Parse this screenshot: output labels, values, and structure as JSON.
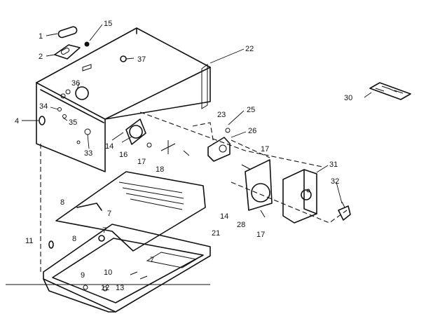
{
  "diagram": {
    "callouts": {
      "c1": "1",
      "c2": "2",
      "c4": "4",
      "c7a": "7",
      "c7b": "7",
      "c7c": "7",
      "c8a": "8",
      "c8b": "8",
      "c9": "9",
      "c10": "10",
      "c11": "11",
      "c12": "12",
      "c13": "13",
      "c14a": "14",
      "c14b": "14",
      "c15": "15",
      "c16": "16",
      "c17a": "17",
      "c17b": "17",
      "c17c": "17",
      "c18": "18",
      "c21": "21",
      "c22": "22",
      "c23": "23",
      "c25": "25",
      "c26": "26",
      "c28": "28",
      "c30": "30",
      "c31": "31",
      "c32": "32",
      "c33": "33",
      "c34": "34",
      "c35": "35",
      "c36": "36",
      "c37": "37"
    }
  }
}
